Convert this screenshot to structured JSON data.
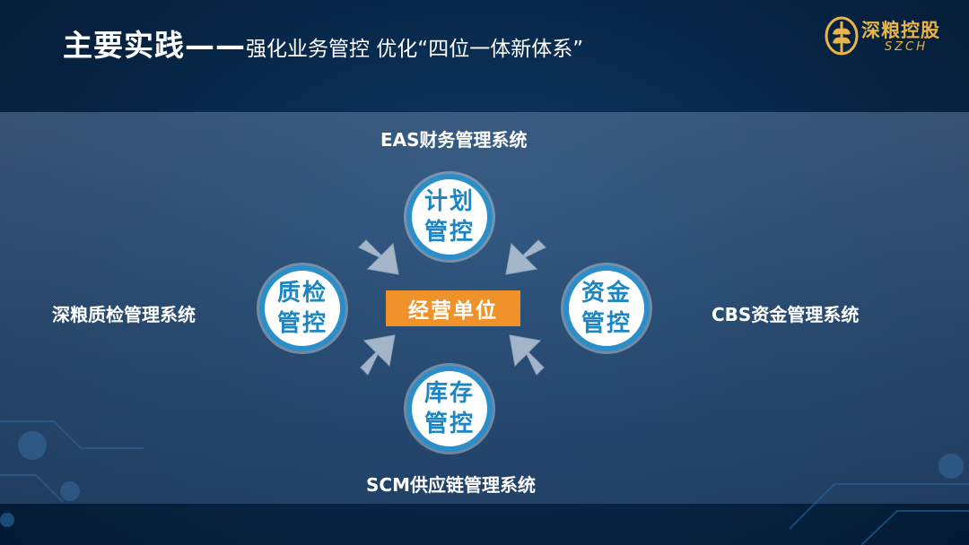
{
  "header": {
    "title_main": "主要实践——",
    "title_sub": "强化业务管控 优化“四位一体新体系”"
  },
  "logo": {
    "name_cn": "深粮控股",
    "name_en": "SZCH"
  },
  "diagram": {
    "center": "经营单位",
    "nodes": {
      "top": [
        "计划",
        "管控"
      ],
      "left": [
        "质检",
        "管控"
      ],
      "right": [
        "资金",
        "管控"
      ],
      "bottom": [
        "库存",
        "管控"
      ]
    },
    "systems": {
      "top": "EAS财务管理系统",
      "left": "深粮质检管理系统",
      "right": "CBS资金管理系统",
      "bottom": "SCM供应链管理系统"
    }
  },
  "colors": {
    "accent_blue": "#1c85c2",
    "center_orange": "#f0922a",
    "logo_gold": "#e9b54a"
  }
}
